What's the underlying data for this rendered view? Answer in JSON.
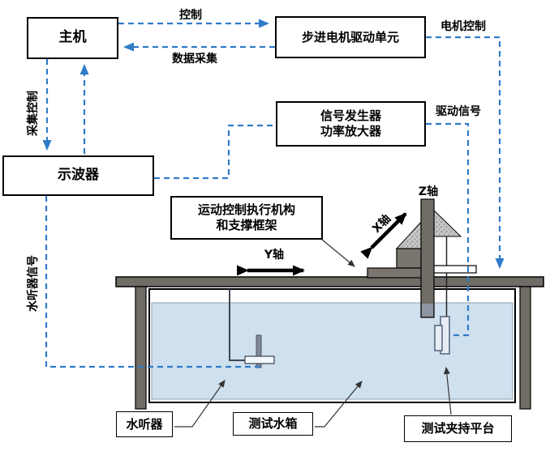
{
  "boxes": {
    "host": {
      "label": "主机"
    },
    "stepper_driver": {
      "label": "步进电机驱动单元"
    },
    "signal_generator": {
      "line1": "信号发生器",
      "line2": "功率放大器"
    },
    "oscilloscope": {
      "label": "示波器"
    },
    "motion_frame": {
      "line1": "运动控制执行机构",
      "line2": "和支撑框架"
    },
    "hydrophone": {
      "label": "水听器"
    },
    "water_tank": {
      "label": "测试水箱"
    },
    "test_platform": {
      "label": "测试夹持平台"
    }
  },
  "signal_labels": {
    "control": "控制",
    "data_acquisition": "数据采集",
    "motor_control": "电机控制",
    "drive_signal": "驱动信号",
    "acquisition_control": "采集控制",
    "hydrophone_signal": "水听器信号"
  },
  "axis_labels": {
    "x": "X轴",
    "y": "Y轴",
    "z": "Z轴"
  },
  "colors": {
    "dashed_line_blue": "#2f7bc8",
    "water_fill": "#cfe0ef",
    "structure_gray": "#706c66",
    "box_border": "#000000"
  }
}
